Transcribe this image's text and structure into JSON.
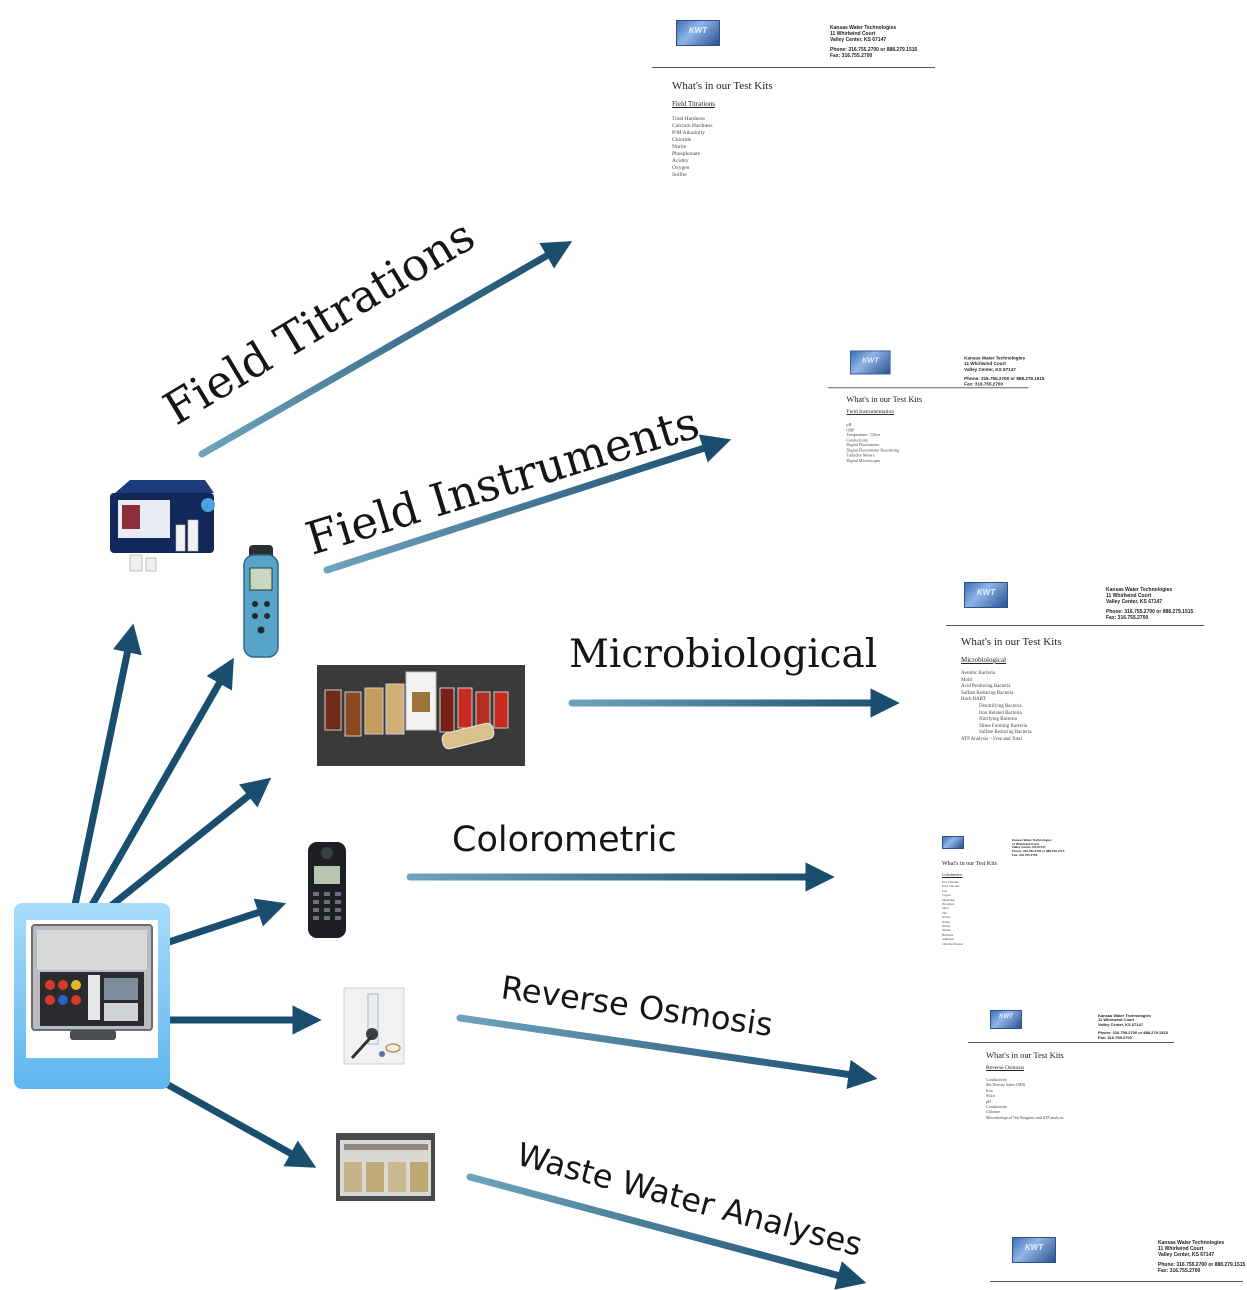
{
  "labels": {
    "field_titrations": "Field Titrations",
    "field_instruments": "Field Instruments",
    "microbiological": "Microbiological",
    "colorometric": "Colorometric",
    "reverse_osmosis": "Reverse Osmosis",
    "waste_water": "Waste Water Analyses"
  },
  "company": {
    "name": "Kansas Water Technologies",
    "street": "11 Whirlwind Court",
    "city": "Valley Center, KS 67147",
    "phone": "Phone: 316.755.2700 or 888.279.1515",
    "fax": "Fax: 316.755.2700",
    "logo_text": "KWT"
  },
  "doc_heading": "What's in our Test Kits",
  "docs": {
    "field_titrations": {
      "subheading": "Field Titrations",
      "items": [
        "Total Hardness",
        "Calcium Hardness",
        "P/M Alkalinity",
        "Chloride",
        "Nitrite",
        "Phosphonate",
        "Acidity",
        "Oxygen",
        "Sulfite"
      ]
    },
    "field_instruments": {
      "subheading": "Field Instrumentation",
      "items": [
        "pH",
        "ORP",
        "Temperature / Chlor",
        "Conductivity",
        "Digital Fluorometer",
        "Digital Fluorometer Reordering",
        "Turbidity Meters",
        "Digital Microscopes"
      ]
    },
    "microbiological": {
      "subheading": "Microbiological",
      "items": [
        "Aerobic Bacteria",
        "Mold",
        "Acid Producing Bacteria",
        "Sulfate Reducing Bacteria",
        "Hach BART",
        "Denitrifying Bacteria",
        "Iron Related Bacteria",
        "Nitrifying Bacteria",
        "Slime Forming Bacteria",
        "Sulfate Reducing Bacteria",
        "ATP Analysis – Free and Total"
      ]
    },
    "colorometric": {
      "subheading": "Colorimetric",
      "items": [
        "Free Chlorine",
        "Total Chlorine",
        "Iron",
        "Copper",
        "Molybdate",
        "Phosphate",
        "Silica",
        "Zinc",
        "Nitrate",
        "Nitrite",
        "Sulfate",
        "Sulfide",
        "Hardness",
        "Ammonia",
        "Chlorine Dioxide"
      ]
    },
    "reverse_osmosis": {
      "subheading": "Reverse Osmosis",
      "items": [
        "Conductivity",
        "Silt Density Index (SDI)",
        "Iron",
        "Silica",
        "pH",
        "Conductivity",
        "Chlorine",
        "Microbiological Test Reagents and ATP analysis"
      ]
    }
  },
  "colors": {
    "arrow_dark": "#1a4e6e",
    "arrow_light": "#6fa3bd",
    "hub_frame": "#7cc7f2"
  },
  "icons": [
    "test-kit-case-photo",
    "titration-kit-photo",
    "handheld-meter-photo",
    "culture-vials-photo",
    "colorimeter-photo",
    "ro-test-photo",
    "waste-water-test-photo"
  ]
}
